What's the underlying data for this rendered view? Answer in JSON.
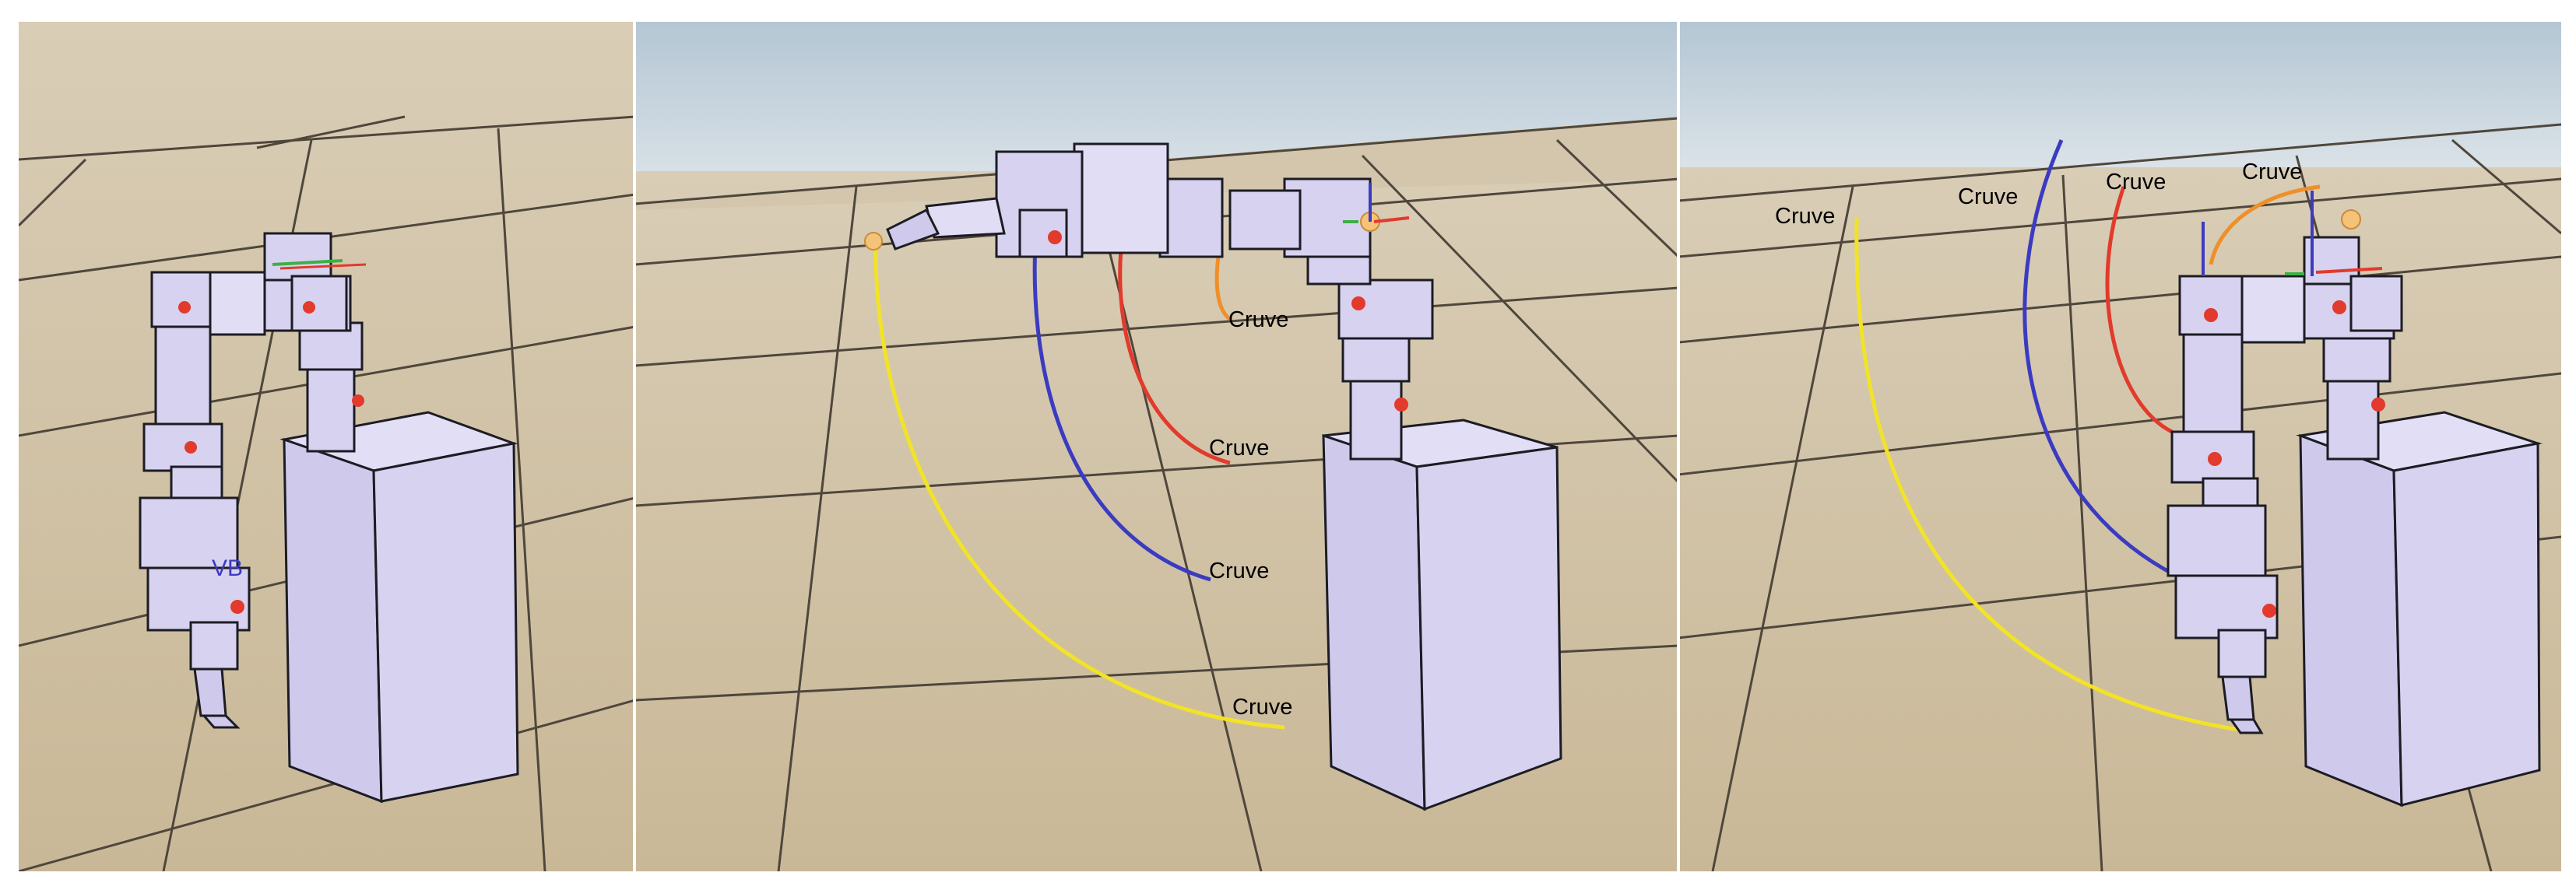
{
  "panels": [
    {
      "id": "left",
      "labels": []
    },
    {
      "id": "middle",
      "labels": [
        {
          "text": "Cruve",
          "curve": "orange"
        },
        {
          "text": "Cruve",
          "curve": "red"
        },
        {
          "text": "Cruve",
          "curve": "blue"
        },
        {
          "text": "Cruve",
          "curve": "yellow"
        }
      ]
    },
    {
      "id": "right",
      "labels": [
        {
          "text": "Cruve",
          "curve": "yellow"
        },
        {
          "text": "Cruve",
          "curve": "blue"
        },
        {
          "text": "Cruve",
          "curve": "red"
        },
        {
          "text": "Cruve",
          "curve": "orange"
        }
      ]
    }
  ],
  "colors": {
    "sky_top": "#b9cbd8",
    "sky_bottom": "#dfe6ea",
    "floor_light": "#d8c9ad",
    "floor_mid": "#c8b799",
    "floor_line": "#4f473c",
    "robot_fill": "#d7d2ef",
    "robot_side": "#c2bce3",
    "robot_outline": "#1c1c24",
    "curve_yellow": "#f2e327",
    "curve_blue": "#3b3bc2",
    "curve_red": "#e23a2c",
    "curve_orange": "#ef8f2a",
    "target_ball": "#f5c27a"
  }
}
